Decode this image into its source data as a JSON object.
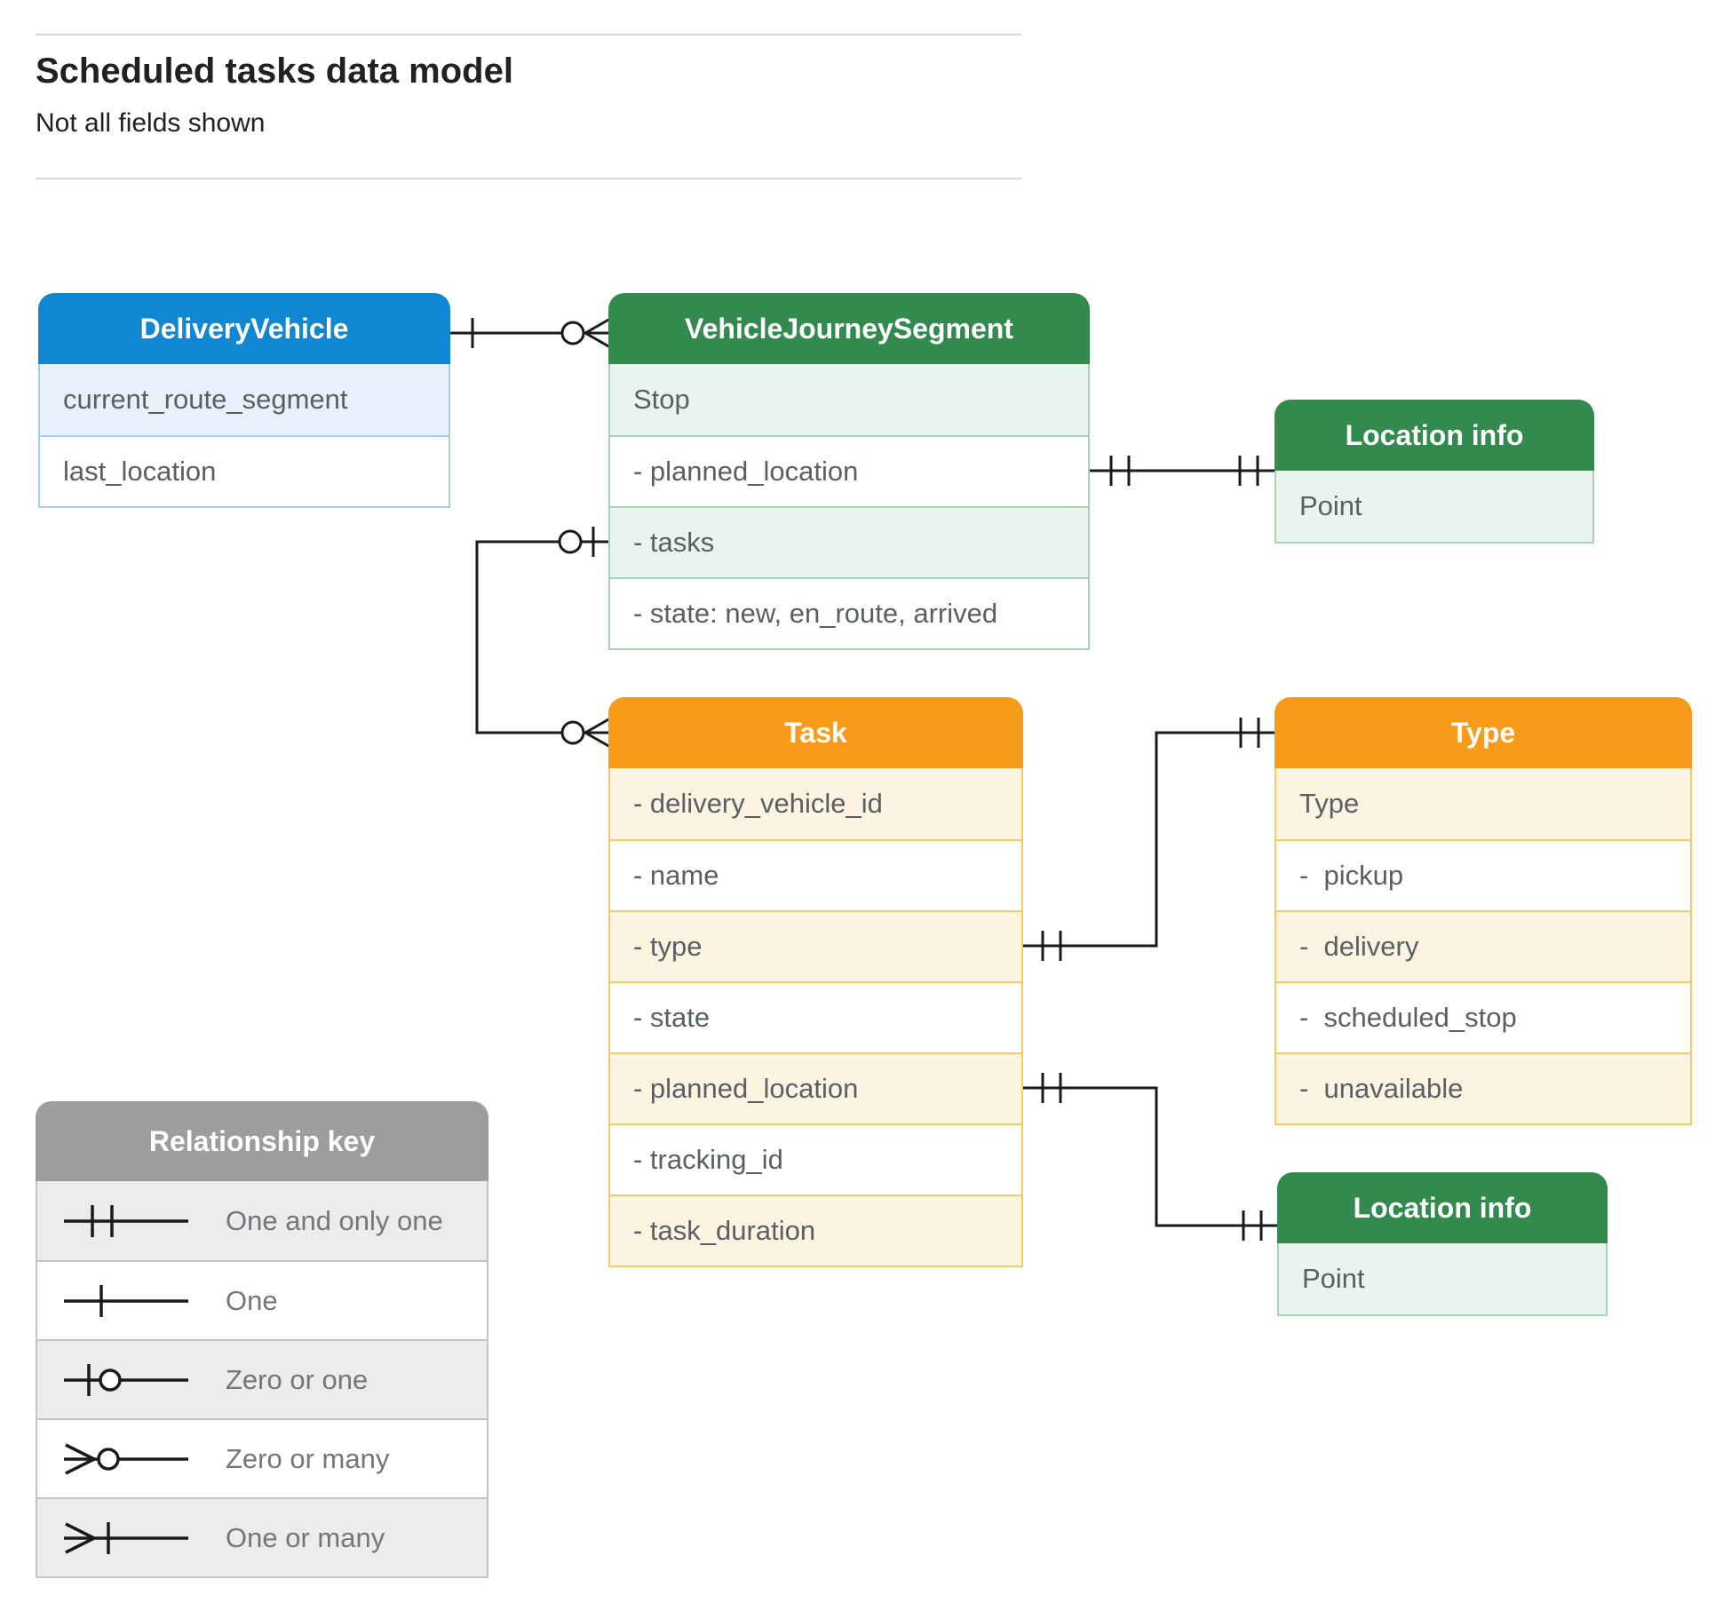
{
  "header": {
    "title": "Scheduled tasks data model",
    "subtitle": "Not all fields shown"
  },
  "colors": {
    "blue": {
      "header": "#1287d1",
      "tint": "#e8f1fb",
      "border": "#a6cfec"
    },
    "green": {
      "header": "#338a4e",
      "tint": "#eaf3ed",
      "border": "#a9d3b4"
    },
    "orange": {
      "header": "#f89b1b",
      "tint": "#fdf3e1",
      "border": "#fbc863"
    },
    "gray": {
      "header": "#9d9d9d",
      "tint": "#ececec",
      "border": "#c3c3c3"
    },
    "wire": "#1a1a1a"
  },
  "entities": {
    "delivery_vehicle": {
      "title": "DeliveryVehicle",
      "fields": [
        "current_route_segment",
        "last_location"
      ]
    },
    "vehicle_journey_segment": {
      "title": "VehicleJourneySegment",
      "fields": [
        "Stop",
        "- planned_location",
        "- tasks",
        "- state: new, en_route, arrived"
      ]
    },
    "location_info_top": {
      "title": "Location info",
      "fields": [
        "Point"
      ]
    },
    "task": {
      "title": "Task",
      "fields": [
        "- delivery_vehicle_id",
        "- name",
        "- type",
        "- state",
        "- planned_location",
        "- tracking_id",
        "- task_duration"
      ]
    },
    "type": {
      "title": "Type",
      "fields": [
        "Type",
        "-  pickup",
        "-  delivery",
        "-  scheduled_stop",
        "-  unavailable"
      ]
    },
    "location_info_bottom": {
      "title": "Location info",
      "fields": [
        "Point"
      ]
    }
  },
  "relationships": [
    {
      "from": "DeliveryVehicle",
      "to": "VehicleJourneySegment",
      "from_cardinality": "one",
      "to_cardinality": "zero or many"
    },
    {
      "from": "VehicleJourneySegment.tasks",
      "to": "Task",
      "from_cardinality": "zero or one",
      "to_cardinality": "zero or many"
    },
    {
      "from": "VehicleJourneySegment.planned_location",
      "to": "Location info",
      "from_cardinality": "one and only one",
      "to_cardinality": "one and only one"
    },
    {
      "from": "Task.type",
      "to": "Type",
      "from_cardinality": "one and only one",
      "to_cardinality": "one and only one"
    },
    {
      "from": "Task.planned_location",
      "to": "Location info",
      "from_cardinality": "one and only one",
      "to_cardinality": "one and only one"
    }
  ],
  "legend": {
    "title": "Relationship key",
    "items": [
      {
        "id": "one-and-only-one",
        "label": "One and only one"
      },
      {
        "id": "one",
        "label": "One"
      },
      {
        "id": "zero-or-one",
        "label": "Zero or one"
      },
      {
        "id": "zero-or-many",
        "label": "Zero or many"
      },
      {
        "id": "one-or-many",
        "label": "One or many"
      }
    ]
  }
}
